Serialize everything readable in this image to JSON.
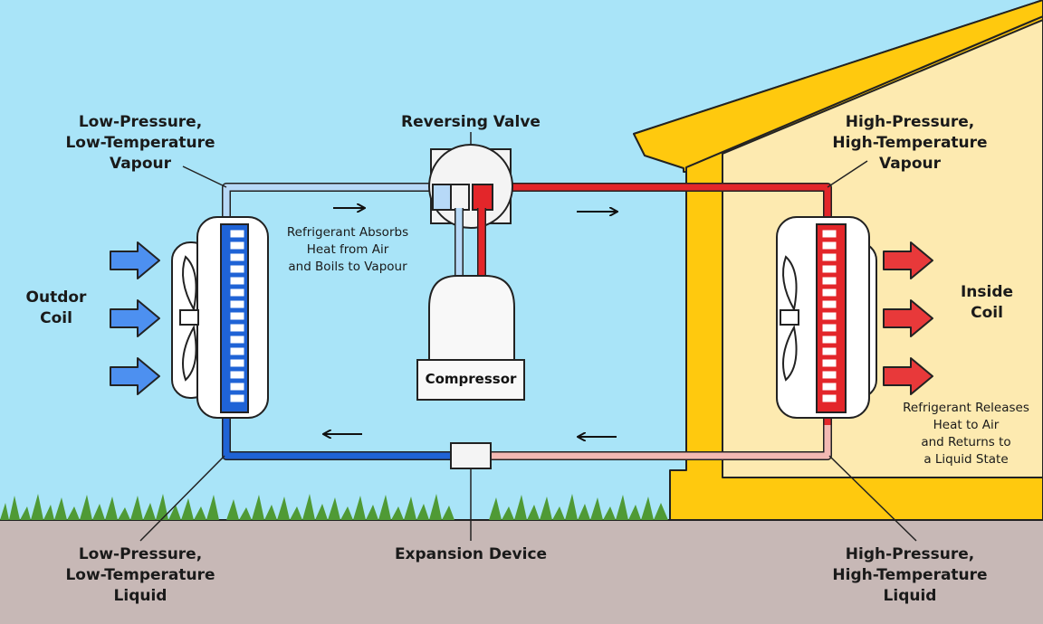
{
  "labels": {
    "lp_vapour": "Low-Pressure,\nLow-Temperature\nVapour",
    "reversing_valve": "Reversing Valve",
    "hp_vapour": "High-Pressure,\nHigh-Temperature\nVapour",
    "outdoor_coil": "Outdor\nCoil",
    "inside_coil": "Inside\nCoil",
    "absorbs_note": "Refrigerant Absorbs\nHeat from Air\nand Boils to Vapour",
    "releases_note": "Refrigerant Releases\nHeat to Air\nand Returns to\na Liquid State",
    "compressor": "Compressor",
    "lp_liquid": "Low-Pressure,\nLow-Temperature\nLiquid",
    "expansion_device": "Expansion Device",
    "hp_liquid": "High-Pressure,\nHigh-Temperature\nLiquid"
  },
  "colors": {
    "sky": "#a9e4f8",
    "ground": "#c7b8b6",
    "house_frame": "#ffc90e",
    "house_wall": "#fdeab0",
    "grass": "#4f9a35",
    "pipe_cold_vapour": "#b7d9f7",
    "pipe_cold_liquid": "#1f63d6",
    "pipe_hot_vapour": "#e3262a",
    "pipe_hot_liquid": "#f3b9b3",
    "arrow_in": "#4d90f0",
    "arrow_out": "#e8393a"
  },
  "icons": [
    "fan-icon",
    "airflow-arrow-icon",
    "flow-direction-arrow-icon"
  ]
}
